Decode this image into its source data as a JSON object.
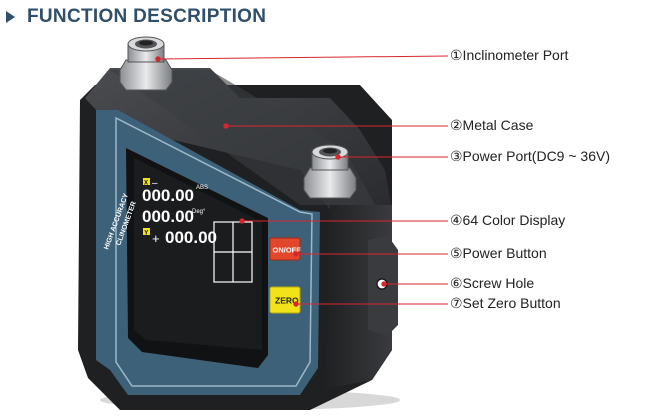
{
  "heading": {
    "text": "FUNCTION DESCRIPTION",
    "icon": "triangle-bullet-icon",
    "color": "#2f4f6a"
  },
  "device": {
    "side_text_line1": "HIGH ACCURACY",
    "side_text_line2": "CLINOMETER",
    "screen": {
      "x_label": "X",
      "y_label": "Y",
      "sign_top": "–",
      "sign_bottom": "+",
      "reading_1": "000.00",
      "reading_2": "000.00",
      "reading_3": "000.00",
      "mode": "ABS",
      "unit": "Deg°"
    },
    "onoff_button": "ON/OFF",
    "zero_button": "ZERO",
    "case_color": "#2c2d2f",
    "panel_color": "#3d6178",
    "button_red": "#e2462b",
    "button_yellow": "#f2e21a"
  },
  "callouts": [
    {
      "text": "①Inclinometer Port"
    },
    {
      "text": "②Metal Case"
    },
    {
      "text": "③Power Port(DC9 ~ 36V)"
    },
    {
      "text": "④64 Color Display"
    },
    {
      "text": "⑤Power Button"
    },
    {
      "text": "⑥Screw Hole"
    },
    {
      "text": "⑦Set Zero Button"
    }
  ],
  "callout_line_color": "#d9262e"
}
